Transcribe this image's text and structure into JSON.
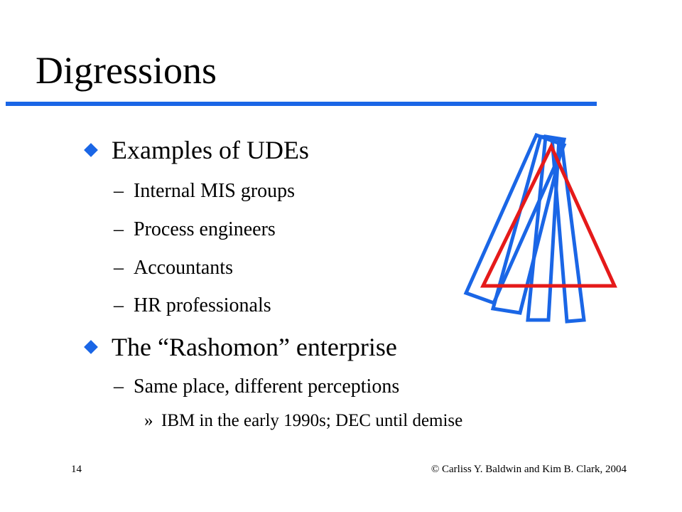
{
  "slide": {
    "title": "Digressions",
    "accent_color": "#1a66e6",
    "highlight_color": "#e51a1a",
    "bullets": [
      {
        "text": "Examples of UDEs",
        "subitems": [
          {
            "marker": "–",
            "text": "Internal MIS groups"
          },
          {
            "marker": "–",
            "text": "Process engineers"
          },
          {
            "marker": "–",
            "text": "Accountants"
          },
          {
            "marker": "–",
            "text": "HR professionals"
          }
        ]
      },
      {
        "text": "The “Rashomon” enterprise",
        "subitems": [
          {
            "marker": "–",
            "text": "Same place, different perceptions"
          }
        ],
        "subsubitems": [
          {
            "marker": "»",
            "text": "IBM in the early 1990s; DEC until demise"
          }
        ]
      }
    ]
  },
  "footer": {
    "page_number": "14",
    "copyright": "© Carliss Y. Baldwin and Kim B. Clark, 2004"
  },
  "figure": {
    "icon": "overlapping-rectangles-and-triangle"
  }
}
